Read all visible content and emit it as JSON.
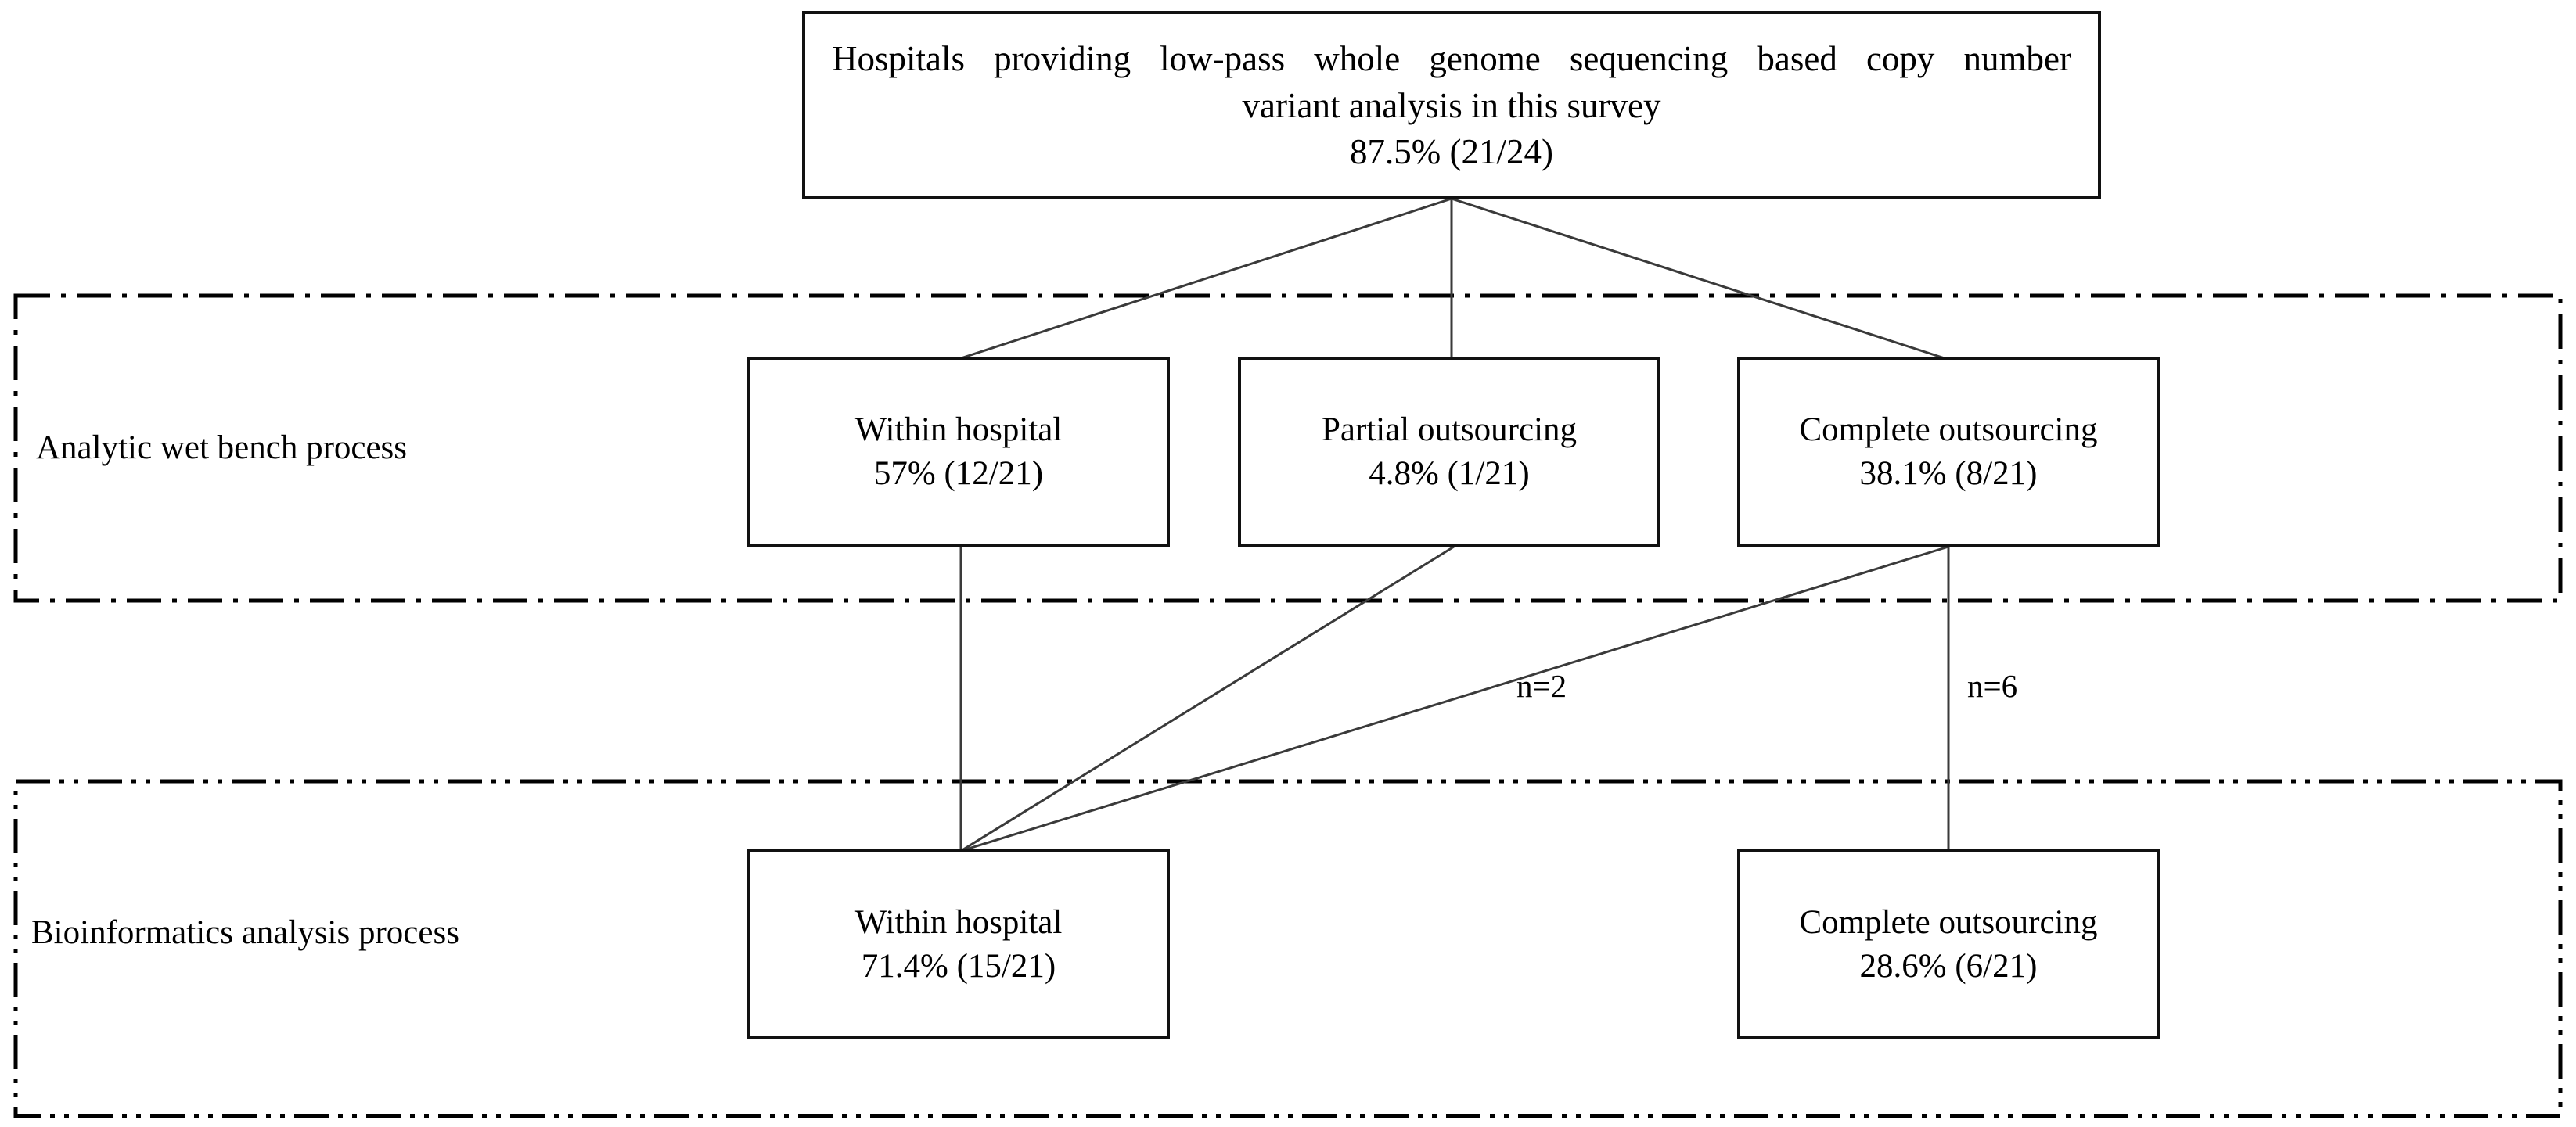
{
  "diagram": {
    "title_node": {
      "line1": "Hospitals providing low-pass whole genome sequencing based copy number",
      "line2": "variant analysis in this survey",
      "line3": "87.5% (21/24)"
    },
    "panels": [
      {
        "id": "wet-bench",
        "label": "Analytic wet bench process",
        "border_style": "dash-dot"
      },
      {
        "id": "bioinformatics",
        "label": "Bioinformatics analysis process",
        "border_style": "dash-dot-dot"
      }
    ],
    "wet_bench_nodes": [
      {
        "id": "wet-within-hospital",
        "line1": "Within hospital",
        "line2": "57% (12/21)"
      },
      {
        "id": "wet-partial-outsourcing",
        "line1": "Partial outsourcing",
        "line2": "4.8% (1/21)"
      },
      {
        "id": "wet-complete-outsourcing",
        "line1": "Complete outsourcing",
        "line2": "38.1% (8/21)"
      }
    ],
    "bioinformatics_nodes": [
      {
        "id": "bio-within-hospital",
        "line1": "Within hospital",
        "line2": "71.4% (15/21)"
      },
      {
        "id": "bio-complete-outsourcing",
        "line1": "Complete outsourcing",
        "line2": "28.6% (6/21)"
      }
    ],
    "edge_labels": [
      {
        "id": "n2",
        "text": "n=2"
      },
      {
        "id": "n6",
        "text": "n=6"
      }
    ],
    "colors": {
      "box_border": "#111111",
      "connector": "#3a3a3a",
      "panel_border": "#000000",
      "text": "#000000",
      "background": "#ffffff"
    }
  },
  "chart_data": {
    "type": "diagram",
    "title": "Hospitals providing low-pass whole genome sequencing based copy number variant analysis in this survey",
    "root": {
      "label": "Hospitals providing lpWGS-based CNV analysis",
      "percent": 87.5,
      "count": 21,
      "total": 24
    },
    "levels": [
      {
        "name": "Analytic wet bench process",
        "nodes": [
          {
            "label": "Within hospital",
            "percent": 57,
            "count": 12,
            "total": 21
          },
          {
            "label": "Partial outsourcing",
            "percent": 4.8,
            "count": 1,
            "total": 21
          },
          {
            "label": "Complete outsourcing",
            "percent": 38.1,
            "count": 8,
            "total": 21
          }
        ]
      },
      {
        "name": "Bioinformatics analysis process",
        "nodes": [
          {
            "label": "Within hospital",
            "percent": 71.4,
            "count": 15,
            "total": 21
          },
          {
            "label": "Complete outsourcing",
            "percent": 28.6,
            "count": 6,
            "total": 21
          }
        ]
      }
    ],
    "edges": [
      {
        "from": "root",
        "to": "Within hospital (wet bench)",
        "label": ""
      },
      {
        "from": "root",
        "to": "Partial outsourcing (wet bench)",
        "label": ""
      },
      {
        "from": "root",
        "to": "Complete outsourcing (wet bench)",
        "label": ""
      },
      {
        "from": "Within hospital (wet bench)",
        "to": "Within hospital (bioinformatics)",
        "label": ""
      },
      {
        "from": "Partial outsourcing (wet bench)",
        "to": "Within hospital (bioinformatics)",
        "label": ""
      },
      {
        "from": "Complete outsourcing (wet bench)",
        "to": "Within hospital (bioinformatics)",
        "label": "n=2"
      },
      {
        "from": "Complete outsourcing (wet bench)",
        "to": "Complete outsourcing (bioinformatics)",
        "label": "n=6"
      }
    ]
  }
}
